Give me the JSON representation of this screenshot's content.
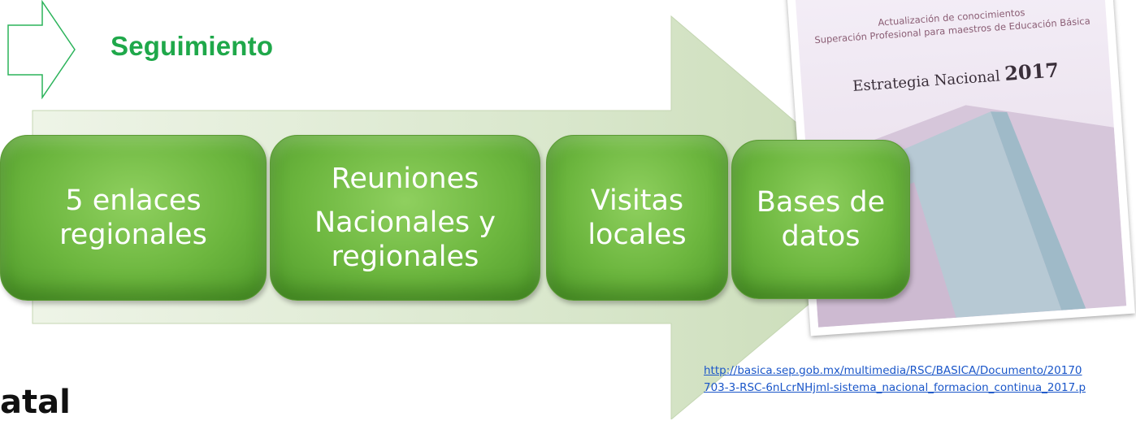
{
  "heading": "Seguimiento",
  "steps": [
    {
      "lines": [
        "5 enlaces",
        "regionales"
      ]
    },
    {
      "lines": [
        "Reuniones",
        "Nacionales y",
        "regionales"
      ]
    },
    {
      "lines": [
        "Visitas",
        "locales"
      ]
    },
    {
      "lines": [
        "Bases de",
        "datos"
      ]
    }
  ],
  "document": {
    "line1": "Actualización de conocimientos",
    "line2": "Superación Profesional para maestros de Educación Básica",
    "title_text": "Estrategia Nacional",
    "title_year": "2017"
  },
  "link": {
    "line1": "http://basica.sep.gob.mx/multimedia/RSC/BASICA/Documento/20170",
    "line2": "703-3-RSC-6nLcrNHjml-sistema_nacional_formacion_continua_2017.p"
  },
  "partial_text": "atal",
  "colors": {
    "heading": "#1fa84a",
    "box_green": "#6cb63e",
    "arrow_fill": "#d3e2c4",
    "link": "#1a56c9"
  }
}
